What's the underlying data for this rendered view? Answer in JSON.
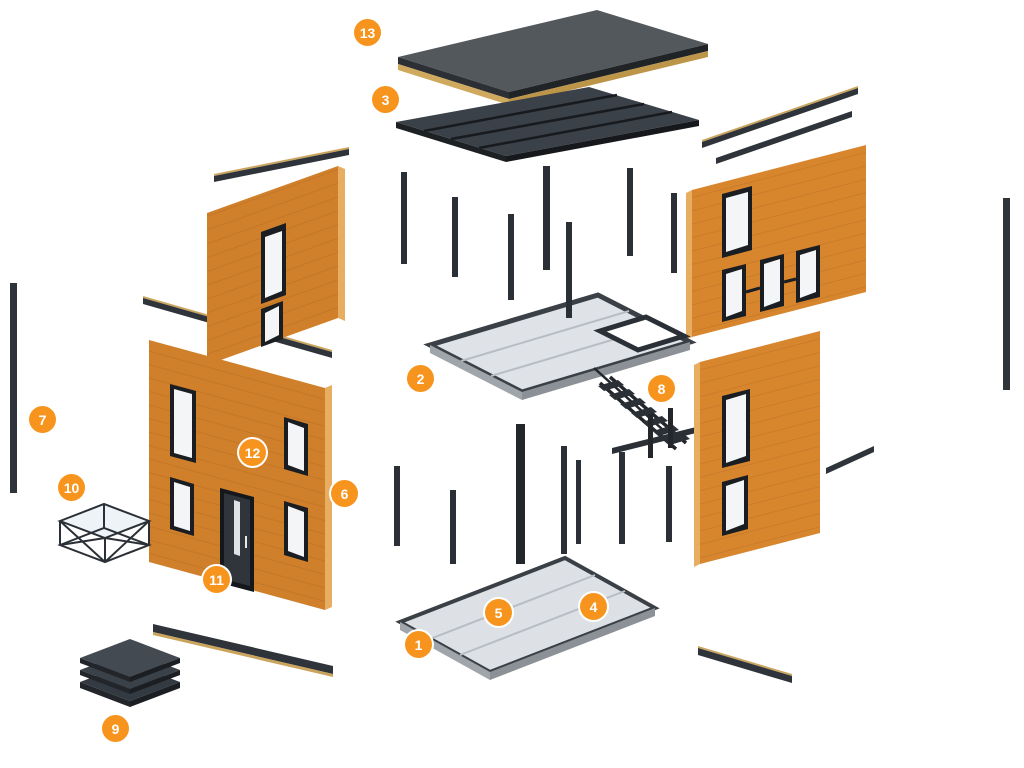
{
  "diagram": {
    "type": "exploded-axonometric-building-diagram",
    "callouts": [
      {
        "number": "1"
      },
      {
        "number": "2"
      },
      {
        "number": "3"
      },
      {
        "number": "4"
      },
      {
        "number": "5"
      },
      {
        "number": "6"
      },
      {
        "number": "7"
      },
      {
        "number": "8"
      },
      {
        "number": "9"
      },
      {
        "number": "10"
      },
      {
        "number": "11"
      },
      {
        "number": "12"
      },
      {
        "number": "13"
      }
    ],
    "colors": {
      "badge_orange": "#F7941D",
      "wall_orange": "#D0802B",
      "wall_orange_right": "#D8862E",
      "frame_dark": "#2B3036",
      "deck_gray": "#DDE1E6",
      "plywood_tan": "#E7AE61",
      "roof_gray": "#53585D",
      "background": "#FFFFFF"
    }
  }
}
